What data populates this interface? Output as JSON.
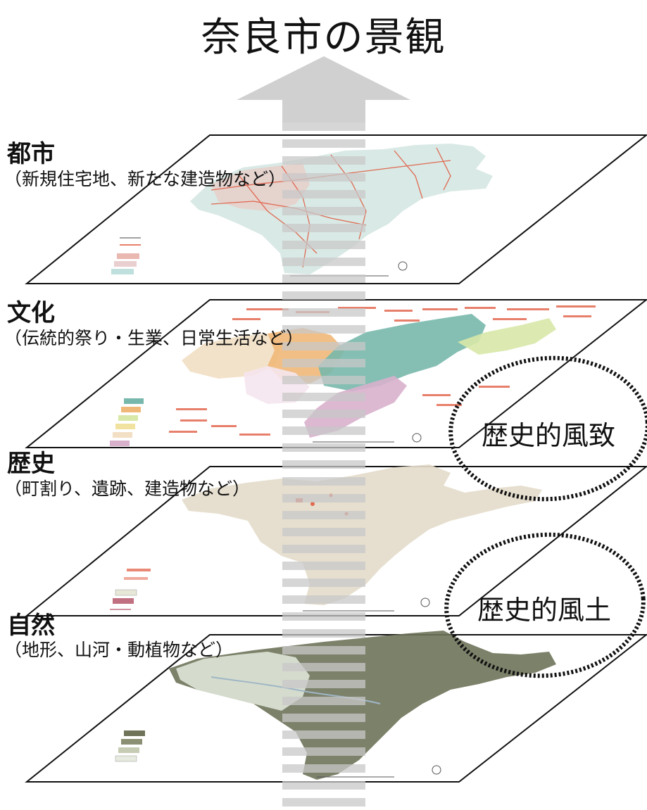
{
  "title": "奈良市の景観",
  "layers": [
    {
      "name": "都市",
      "subtitle": "（新規住宅地、新たな建造物など）"
    },
    {
      "name": "文化",
      "subtitle": "（伝統的祭り・生業、日常生活など）"
    },
    {
      "name": "歴史",
      "subtitle": "（町割り、遺跡、建造物など）"
    },
    {
      "name": "自然",
      "subtitle": "（地形、山河・動植物など）"
    }
  ],
  "circles": [
    {
      "label": "歴史的風致"
    },
    {
      "label": "歴史的風土"
    }
  ],
  "colors": {
    "arrow": "#c8c8c8",
    "city_map": "#cfe3df",
    "culture_zones": [
      "#f2dfc4",
      "#f0b878",
      "#78b8ac",
      "#d8e8a8",
      "#d8b0cc",
      "#e8d0e0"
    ],
    "history_map": "#e4dccb",
    "nature_map": "#6e735a",
    "route_lines": "#e0553a"
  }
}
